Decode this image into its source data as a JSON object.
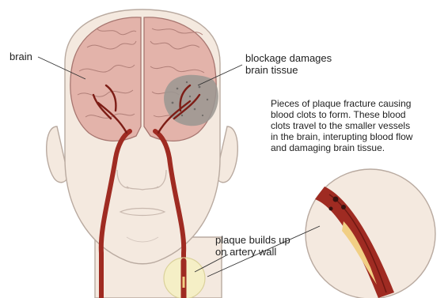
{
  "labels": {
    "brain": "brain",
    "blockage": "blockage damages\nbrain tissue",
    "explanation": "Pieces of plaque fracture causing\nblood clots to form. These blood\nclots travel to the smaller vessels\nin the brain, interupting blood flow\nand damaging brain tissue.",
    "plaque": "plaque builds up\non artery wall"
  },
  "colors": {
    "skin": "#f4e9df",
    "skin_outline": "#b9aaa0",
    "brain": "#e3b3aa",
    "brain_fold": "#b07f78",
    "artery": "#9f2b22",
    "artery_dark": "#6e1812",
    "plaque": "#f1cf84",
    "damage": "#9a9692",
    "highlight": "#f6f0c4"
  }
}
